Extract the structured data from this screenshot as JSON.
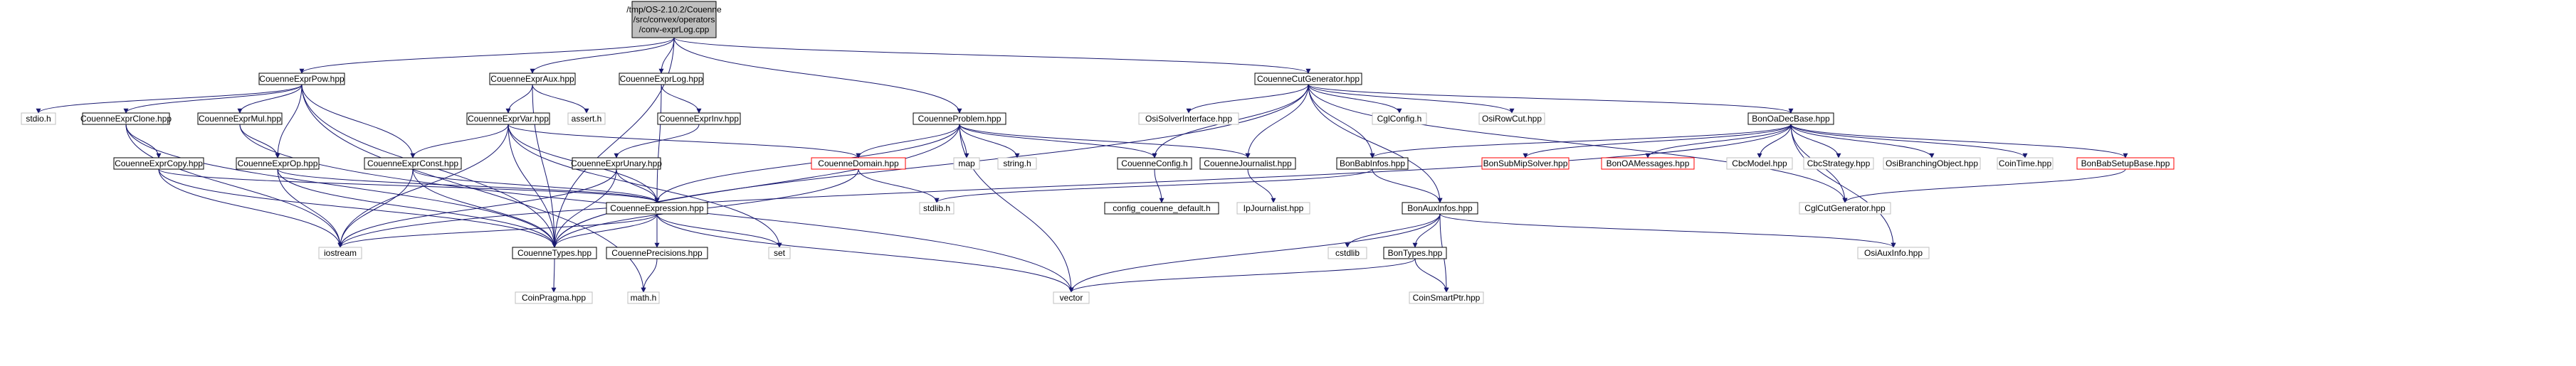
{
  "colors": {
    "edge": "#191970",
    "root_fill": "#bfbfbf",
    "normal_border": "#000000",
    "normal_fill": "#ffffff",
    "truncated_border": "#ff0000",
    "external_border": "#bfbfbf",
    "external_text": "#7f7f7f"
  },
  "nodes": [
    {
      "id": "root",
      "lines": [
        "/tmp/OS-2.10.2/Couenne",
        "/src/convex/operators",
        "/conv-exprLog.cpp"
      ],
      "kind": "root"
    },
    {
      "id": "ExprPow",
      "lines": [
        "CouenneExprPow.hpp"
      ],
      "kind": "normal"
    },
    {
      "id": "ExprAux",
      "lines": [
        "CouenneExprAux.hpp"
      ],
      "kind": "normal"
    },
    {
      "id": "ExprLog",
      "lines": [
        "CouenneExprLog.hpp"
      ],
      "kind": "normal"
    },
    {
      "id": "CutGen",
      "lines": [
        "CouenneCutGenerator.hpp"
      ],
      "kind": "normal"
    },
    {
      "id": "stdio",
      "lines": [
        "stdio.h"
      ],
      "kind": "external"
    },
    {
      "id": "ExprClone",
      "lines": [
        "CouenneExprClone.hpp"
      ],
      "kind": "normal"
    },
    {
      "id": "ExprMul",
      "lines": [
        "CouenneExprMul.hpp"
      ],
      "kind": "normal"
    },
    {
      "id": "ExprVar",
      "lines": [
        "CouenneExprVar.hpp"
      ],
      "kind": "normal"
    },
    {
      "id": "assert",
      "lines": [
        "assert.h"
      ],
      "kind": "external"
    },
    {
      "id": "ExprInv",
      "lines": [
        "CouenneExprInv.hpp"
      ],
      "kind": "normal"
    },
    {
      "id": "Problem",
      "lines": [
        "CouenneProblem.hpp"
      ],
      "kind": "normal"
    },
    {
      "id": "OsiSolverInterface",
      "lines": [
        "OsiSolverInterface.hpp"
      ],
      "kind": "external"
    },
    {
      "id": "CglConfig",
      "lines": [
        "CglConfig.h"
      ],
      "kind": "external"
    },
    {
      "id": "OsiRowCut",
      "lines": [
        "OsiRowCut.hpp"
      ],
      "kind": "external"
    },
    {
      "id": "BonOaDecBase",
      "lines": [
        "BonOaDecBase.hpp"
      ],
      "kind": "normal"
    },
    {
      "id": "ExprCopy",
      "lines": [
        "CouenneExprCopy.hpp"
      ],
      "kind": "normal"
    },
    {
      "id": "ExprOp",
      "lines": [
        "CouenneExprOp.hpp"
      ],
      "kind": "normal"
    },
    {
      "id": "ExprConst",
      "lines": [
        "CouenneExprConst.hpp"
      ],
      "kind": "normal"
    },
    {
      "id": "ExprUnary",
      "lines": [
        "CouenneExprUnary.hpp"
      ],
      "kind": "normal"
    },
    {
      "id": "Domain",
      "lines": [
        "CouenneDomain.hpp"
      ],
      "kind": "truncated"
    },
    {
      "id": "map",
      "lines": [
        "map"
      ],
      "kind": "external"
    },
    {
      "id": "string",
      "lines": [
        "string.h"
      ],
      "kind": "external"
    },
    {
      "id": "Config",
      "lines": [
        "CouenneConfig.h"
      ],
      "kind": "normal"
    },
    {
      "id": "Journalist",
      "lines": [
        "CouenneJournalist.hpp"
      ],
      "kind": "normal"
    },
    {
      "id": "BonBabInfos",
      "lines": [
        "BonBabInfos.hpp"
      ],
      "kind": "normal"
    },
    {
      "id": "BonSubMip",
      "lines": [
        "BonSubMipSolver.hpp"
      ],
      "kind": "truncated"
    },
    {
      "id": "BonOAMessages",
      "lines": [
        "BonOAMessages.hpp"
      ],
      "kind": "truncated"
    },
    {
      "id": "CbcModel",
      "lines": [
        "CbcModel.hpp"
      ],
      "kind": "external"
    },
    {
      "id": "CbcStrategy",
      "lines": [
        "CbcStrategy.hpp"
      ],
      "kind": "external"
    },
    {
      "id": "OsiBranching",
      "lines": [
        "OsiBranchingObject.hpp"
      ],
      "kind": "external"
    },
    {
      "id": "CoinTime",
      "lines": [
        "CoinTime.hpp"
      ],
      "kind": "external"
    },
    {
      "id": "BonBabSetup",
      "lines": [
        "BonBabSetupBase.hpp"
      ],
      "kind": "truncated"
    },
    {
      "id": "Expression",
      "lines": [
        "CouenneExpression.hpp"
      ],
      "kind": "normal"
    },
    {
      "id": "stdlib",
      "lines": [
        "stdlib.h"
      ],
      "kind": "external"
    },
    {
      "id": "configDefault",
      "lines": [
        "config_couenne_default.h"
      ],
      "kind": "normal"
    },
    {
      "id": "IpJournalist",
      "lines": [
        "IpJournalist.hpp"
      ],
      "kind": "external"
    },
    {
      "id": "BonAuxInfos",
      "lines": [
        "BonAuxInfos.hpp"
      ],
      "kind": "normal"
    },
    {
      "id": "CglCutGenerator",
      "lines": [
        "CglCutGenerator.hpp"
      ],
      "kind": "external"
    },
    {
      "id": "iostream",
      "lines": [
        "iostream"
      ],
      "kind": "external"
    },
    {
      "id": "Types",
      "lines": [
        "CouenneTypes.hpp"
      ],
      "kind": "normal"
    },
    {
      "id": "Precisions",
      "lines": [
        "CouennePrecisions.hpp"
      ],
      "kind": "normal"
    },
    {
      "id": "set",
      "lines": [
        "set"
      ],
      "kind": "external"
    },
    {
      "id": "cstdlib",
      "lines": [
        "cstdlib"
      ],
      "kind": "external"
    },
    {
      "id": "BonTypes",
      "lines": [
        "BonTypes.hpp"
      ],
      "kind": "normal"
    },
    {
      "id": "OsiAuxInfo",
      "lines": [
        "OsiAuxInfo.hpp"
      ],
      "kind": "external"
    },
    {
      "id": "CoinPragma",
      "lines": [
        "CoinPragma.hpp"
      ],
      "kind": "external"
    },
    {
      "id": "math",
      "lines": [
        "math.h"
      ],
      "kind": "external"
    },
    {
      "id": "vector",
      "lines": [
        "vector"
      ],
      "kind": "external"
    },
    {
      "id": "CoinSmartPtr",
      "lines": [
        "CoinSmartPtr.hpp"
      ],
      "kind": "external"
    }
  ],
  "edges": [
    [
      "root",
      "ExprPow"
    ],
    [
      "root",
      "ExprAux"
    ],
    [
      "root",
      "ExprLog"
    ],
    [
      "root",
      "CutGen"
    ],
    [
      "root",
      "Problem"
    ],
    [
      "root",
      "Types"
    ],
    [
      "ExprPow",
      "stdio"
    ],
    [
      "ExprPow",
      "ExprClone"
    ],
    [
      "ExprPow",
      "ExprMul"
    ],
    [
      "ExprPow",
      "ExprOp"
    ],
    [
      "ExprPow",
      "ExprConst"
    ],
    [
      "ExprPow",
      "Types"
    ],
    [
      "ExprPow",
      "math"
    ],
    [
      "ExprAux",
      "ExprVar"
    ],
    [
      "ExprAux",
      "assert"
    ],
    [
      "ExprAux",
      "Types"
    ],
    [
      "ExprLog",
      "ExprInv"
    ],
    [
      "ExprLog",
      "Expression"
    ],
    [
      "CutGen",
      "OsiSolverInterface"
    ],
    [
      "CutGen",
      "CglConfig"
    ],
    [
      "CutGen",
      "OsiRowCut"
    ],
    [
      "CutGen",
      "BonOaDecBase"
    ],
    [
      "CutGen",
      "Config"
    ],
    [
      "CutGen",
      "Journalist"
    ],
    [
      "CutGen",
      "BonBabInfos"
    ],
    [
      "CutGen",
      "BonAuxInfos"
    ],
    [
      "CutGen",
      "CglCutGenerator"
    ],
    [
      "CutGen",
      "Types"
    ],
    [
      "ExprClone",
      "ExprCopy"
    ],
    [
      "ExprClone",
      "iostream"
    ],
    [
      "ExprClone",
      "Types"
    ],
    [
      "ExprMul",
      "ExprOp"
    ],
    [
      "ExprMul",
      "vector"
    ],
    [
      "ExprVar",
      "ExprConst"
    ],
    [
      "ExprVar",
      "Domain"
    ],
    [
      "ExprVar",
      "Expression"
    ],
    [
      "ExprVar",
      "Types"
    ],
    [
      "ExprVar",
      "iostream"
    ],
    [
      "ExprVar",
      "set"
    ],
    [
      "ExprInv",
      "ExprUnary"
    ],
    [
      "Problem",
      "Expression"
    ],
    [
      "Problem",
      "Domain"
    ],
    [
      "Problem",
      "map"
    ],
    [
      "Problem",
      "string"
    ],
    [
      "Problem",
      "Config"
    ],
    [
      "Problem",
      "Journalist"
    ],
    [
      "Problem",
      "Types"
    ],
    [
      "Problem",
      "vector"
    ],
    [
      "BonOaDecBase",
      "BonBabInfos"
    ],
    [
      "BonOaDecBase",
      "BonSubMip"
    ],
    [
      "BonOaDecBase",
      "BonOAMessages"
    ],
    [
      "BonOaDecBase",
      "CbcModel"
    ],
    [
      "BonOaDecBase",
      "CbcStrategy"
    ],
    [
      "BonOaDecBase",
      "OsiBranching"
    ],
    [
      "BonOaDecBase",
      "CoinTime"
    ],
    [
      "BonOaDecBase",
      "BonBabSetup"
    ],
    [
      "BonOaDecBase",
      "CglCutGenerator"
    ],
    [
      "BonOaDecBase",
      "OsiAuxInfo"
    ],
    [
      "BonOaDecBase",
      "iostream"
    ],
    [
      "ExprCopy",
      "Expression"
    ],
    [
      "ExprCopy",
      "iostream"
    ],
    [
      "ExprCopy",
      "Types"
    ],
    [
      "ExprOp",
      "Expression"
    ],
    [
      "ExprOp",
      "iostream"
    ],
    [
      "ExprOp",
      "Types"
    ],
    [
      "ExprConst",
      "Expression"
    ],
    [
      "ExprConst",
      "Types"
    ],
    [
      "ExprConst",
      "iostream"
    ],
    [
      "ExprUnary",
      "Expression"
    ],
    [
      "ExprUnary",
      "Types"
    ],
    [
      "ExprUnary",
      "iostream"
    ],
    [
      "Domain",
      "stdlib"
    ],
    [
      "Domain",
      "Types"
    ],
    [
      "Config",
      "configDefault"
    ],
    [
      "Journalist",
      "IpJournalist"
    ],
    [
      "BonBabInfos",
      "BonAuxInfos"
    ],
    [
      "BonBabInfos",
      "stdlib"
    ],
    [
      "BonBabSetup",
      "CglCutGenerator"
    ],
    [
      "Expression",
      "iostream"
    ],
    [
      "Expression",
      "set"
    ],
    [
      "Expression",
      "vector"
    ],
    [
      "Expression",
      "Types"
    ],
    [
      "Expression",
      "Precisions"
    ],
    [
      "BonAuxInfos",
      "cstdlib"
    ],
    [
      "BonAuxInfos",
      "BonTypes"
    ],
    [
      "BonAuxInfos",
      "vector"
    ],
    [
      "BonAuxInfos",
      "OsiAuxInfo"
    ],
    [
      "BonAuxInfos",
      "CoinSmartPtr"
    ],
    [
      "Types",
      "CoinPragma"
    ],
    [
      "Precisions",
      "math"
    ],
    [
      "BonTypes",
      "vector"
    ],
    [
      "BonTypes",
      "CoinSmartPtr"
    ]
  ]
}
